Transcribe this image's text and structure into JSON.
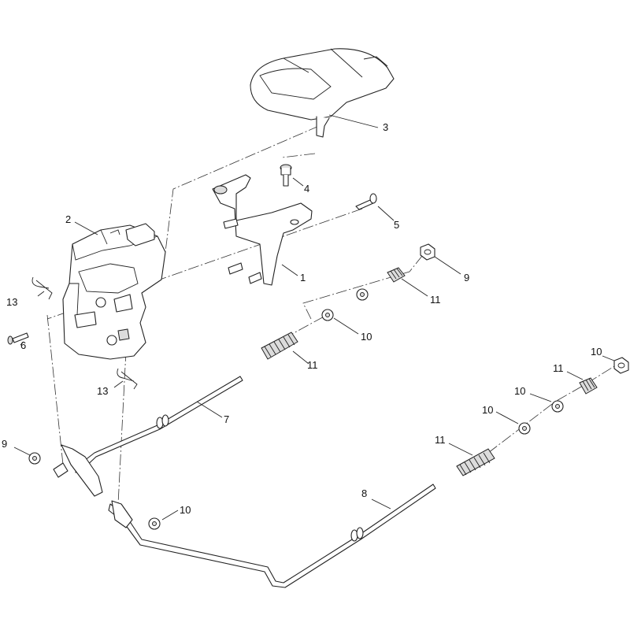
{
  "colors": {
    "line": "#222222",
    "background": "#ffffff",
    "shade": "#dcdcdc"
  },
  "callouts": [
    {
      "id": "c1",
      "text": "1"
    },
    {
      "id": "c2",
      "text": "2"
    },
    {
      "id": "c3",
      "text": "3"
    },
    {
      "id": "c4",
      "text": "4"
    },
    {
      "id": "c5",
      "text": "5"
    },
    {
      "id": "c6",
      "text": "6"
    },
    {
      "id": "c7",
      "text": "7"
    },
    {
      "id": "c8",
      "text": "8"
    },
    {
      "id": "c9a",
      "text": "9"
    },
    {
      "id": "c9b",
      "text": "9"
    },
    {
      "id": "c10a",
      "text": "10"
    },
    {
      "id": "c10b",
      "text": "10"
    },
    {
      "id": "c10c",
      "text": "10"
    },
    {
      "id": "c10d",
      "text": "10"
    },
    {
      "id": "c10e",
      "text": "10"
    },
    {
      "id": "c11a",
      "text": "11"
    },
    {
      "id": "c11b",
      "text": "11"
    },
    {
      "id": "c11c",
      "text": "11"
    },
    {
      "id": "c11d",
      "text": "11"
    },
    {
      "id": "c13a",
      "text": "13"
    },
    {
      "id": "c13b",
      "text": "13"
    }
  ]
}
